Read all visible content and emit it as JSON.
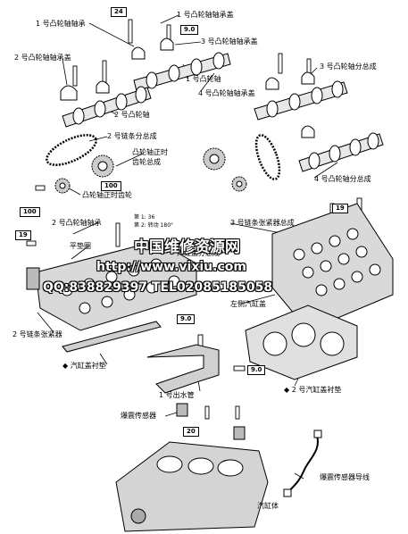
{
  "torque_boxes": {
    "b24": "24",
    "b9_top": "9.0",
    "b100_mid": "100",
    "b100_left": "100",
    "b19_right": "19",
    "b19_left": "19",
    "b9_pipe": "9.0",
    "b9_pipe2": "9.0",
    "b20": "20"
  },
  "labels": {
    "cam1_bearing": "1 号凸轮轴轴承",
    "cam1_bearing_cap": "1 号凸轮轴轴承盖",
    "cam3_bearing_cap": "3 号凸轮轴轴承盖",
    "cam2_bearing_cap": "2 号凸轮轴轴承盖",
    "cam1_shaft": "1 号凸轮轴",
    "cam4_bearing_cap": "4 号凸轮轴轴承盖",
    "cam3_assy": "3 号凸轮轴分总成",
    "cam2_shaft": "2 号凸轮轴",
    "chain2_assy": "2 号链条分总成",
    "cam_timing_gear_assy_1": "凸轮轴正时",
    "cam_timing_gear_assy_2": "齿轮总成",
    "cam4_assy": "4 号凸轮轴分总成",
    "cam_timing_sprocket": "凸轮轴正时齿轮",
    "cam2_bearing": "2 号凸轮轴轴承",
    "chain3_tensioner": "3 号链条张紧器总成",
    "step1": "第 1: 36",
    "step2": "第 2: 转动 180°",
    "washer": "平垫圈",
    "cyl_head_assy": "汽缸盖分总成",
    "left_head": "左侧汽缸盖",
    "chain2_tensioner": "2 号链条张紧器",
    "head_gasket": "汽缸盖衬垫",
    "head_gasket2": "2 号汽缸盖衬垫",
    "water_pipe1": "1 号出水管",
    "knock_sensor": "爆震传感器",
    "knock_sensor_wire": "爆震传感器导线",
    "block": "汽缸体"
  },
  "watermark": {
    "line1": "中国维修资源网",
    "line2": "http://www.vixiu.com",
    "line3": "QQ:838829397 TEL02085185058"
  }
}
